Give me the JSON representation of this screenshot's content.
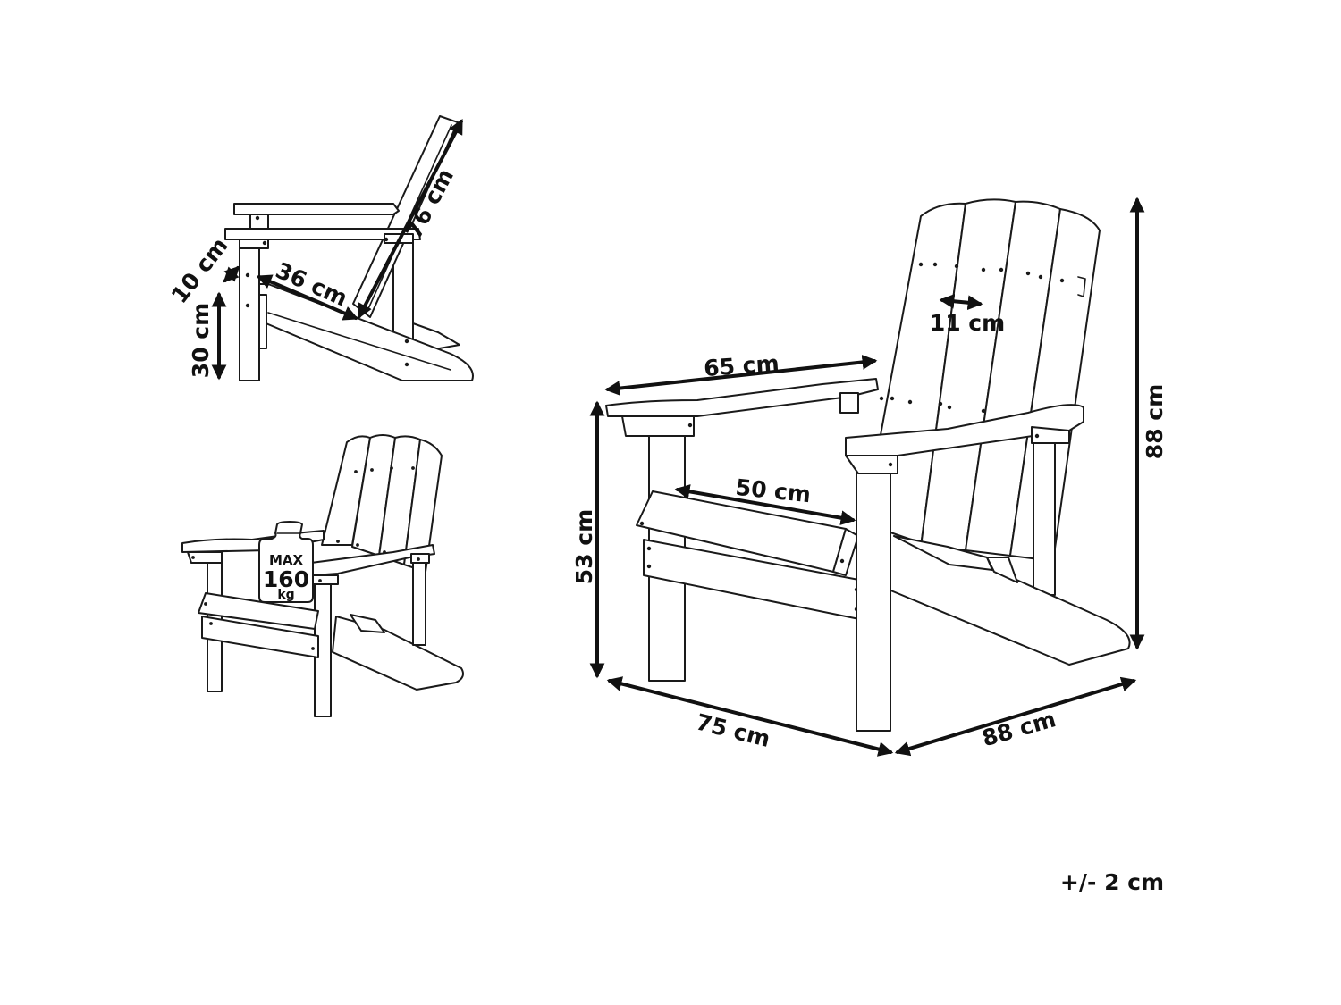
{
  "side_view": {
    "backrest_length": "76 cm",
    "seat_depth": "36 cm",
    "seat_tilt": "10 cm",
    "seat_height": "30 cm"
  },
  "weight_badge": {
    "line1": "MAX",
    "line2": "160",
    "line3": "kg"
  },
  "main_view": {
    "slat_width": "11 cm",
    "armrest_span": "65 cm",
    "seat_width": "50 cm",
    "total_height": "88 cm",
    "armrest_height": "53 cm",
    "width": "75 cm",
    "depth": "88 cm"
  },
  "tolerance": "+/- 2 cm"
}
